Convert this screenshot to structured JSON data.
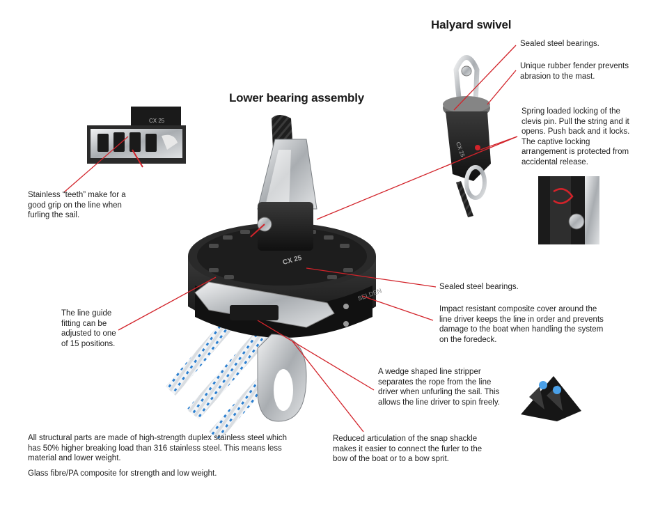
{
  "titles": {
    "halyard_swivel": "Halyard swivel",
    "lower_bearing": "Lower bearing assembly"
  },
  "callouts": {
    "halyard_bearings": "Sealed steel bearings.",
    "rubber_fender": "Unique rubber fender prevents abrasion to the mast.",
    "spring_locking": "Spring loaded locking of the clevis pin. Pull the string and it opens. Push back and it locks. The captive locking arrangement is protected from accidental release.",
    "stainless_teeth": "Stainless “teeth” make for a good grip on the line when furling the sail.",
    "lower_bearings": "Sealed steel bearings.",
    "line_guide": "The line guide fitting can be adjusted to one of 15 positions.",
    "impact_cover": "Impact resistant composite cover around the line driver keeps the line in order and prevents damage to the boat when handling the system on the foredeck.",
    "wedge_stripper": "A wedge shaped line stripper separates the rope from the line driver when unfurling the sail. This allows the line driver to spin freely.",
    "snap_shackle": "Reduced articulation of the snap shackle makes it easier to connect the furler to the bow of the boat or to a bow sprit.",
    "structural_parts": "All structural parts are made of high-strength duplex stainless steel which has 50% higher breaking load than 316 stainless steel. This means less material and lower weight.",
    "glass_fibre": "Glass fibre/PA composite for strength and low weight."
  },
  "product_labels": {
    "drum_model": "CX 25",
    "swivel_model": "CX 25",
    "teeth_model": "CX 25",
    "brand": "SELDEN"
  },
  "colors": {
    "leader_line": "#d2232a",
    "composite_black": "#1c1c1c",
    "stainless": "#b8bcc0",
    "rope_blue": "#2b7fd0",
    "fender_grey": "#6f6f6f"
  }
}
